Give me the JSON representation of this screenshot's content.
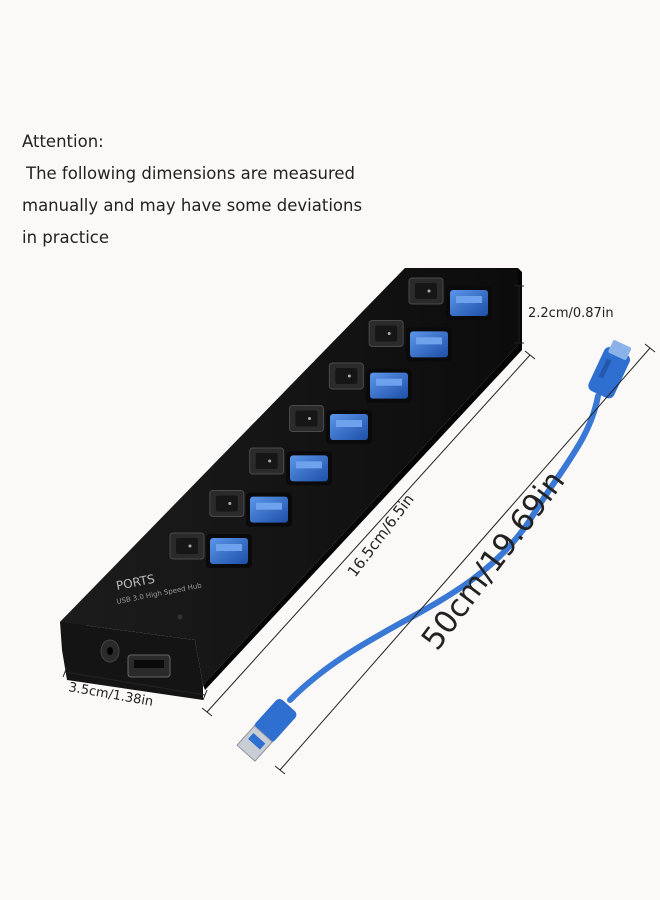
{
  "note": {
    "heading": "Attention:",
    "line1": "The following dimensions are measured",
    "line2": "manually and may have some deviations",
    "line3": "in practice"
  },
  "product": {
    "brand_label": "PORTS",
    "sub_label": "USB 3.0 High Speed Hub",
    "port_count": 7
  },
  "dimensions": {
    "height": "2.2cm/0.87in",
    "length": "16.5cm/6.5in",
    "width": "3.5cm/1.38in",
    "cable": "50cm/19.69in"
  },
  "colors": {
    "hub_body": "#111111",
    "usb_blue": "#2f6fd0",
    "cable_blue": "#3a78d6"
  }
}
